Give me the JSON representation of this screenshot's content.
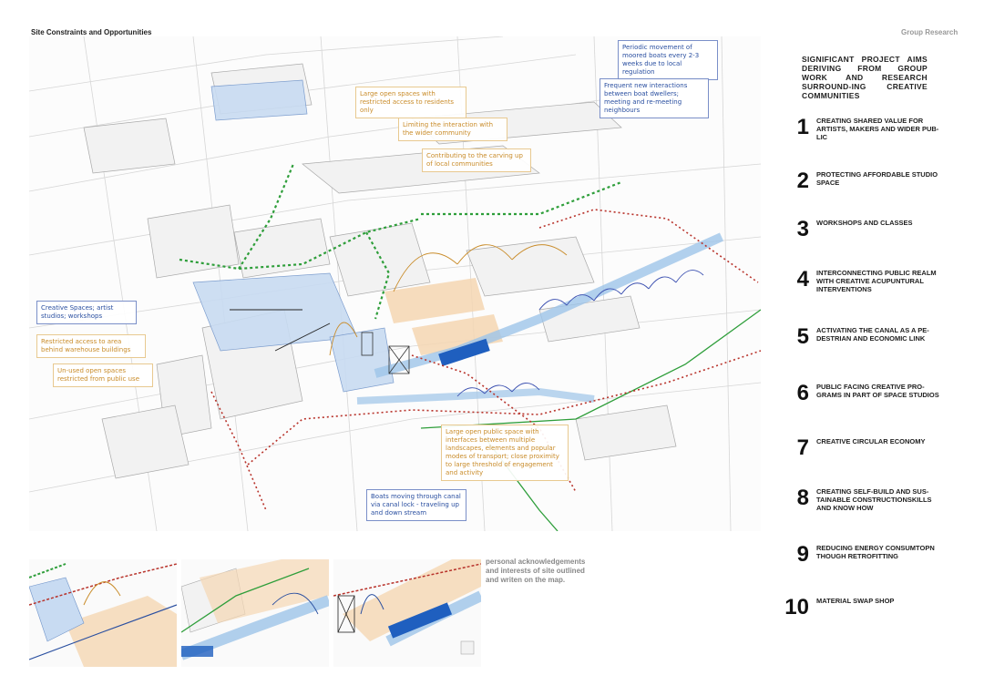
{
  "header": {
    "title": "Site Constraints and Opportunities",
    "section": "Group Research"
  },
  "annotations": {
    "moored_boats": "Periodic movement of moored boats every 2-3 weeks due to local regulation",
    "boat_dwellers": "Frequent new interactions between boat dwellers; meeting and re-meeting neighbours",
    "large_open_restricted": "Large open spaces with restricted access to residents only",
    "limiting_interaction": "Limiting the interaction with the wider community",
    "carving_up": "Contributing to the carving up of local communities",
    "creative_spaces": "Creative Spaces; artist studios; workshops",
    "restricted_access": "Restricted access to area behind warehouse buildings",
    "unused_open": "Un-used open spaces restricted from public use",
    "large_public_space": "Large open public space with interfaces between multiple landscapes, elements and popular modes of transport; close proximity to large threshold of engagement and activity",
    "boats_moving": "Boats moving through canal via canal lock - traveling up and down stream"
  },
  "note": "personal acknowledgements and interests of site outlined and writen on the map.",
  "aims_title": "SIGNIFICANT PROJECT AIMS DERIVING FROM GROUP WORK AND RESEARCH SURROUND-ING CREATIVE COMMUNITIES",
  "aims": [
    {
      "num": "1",
      "text": "CREATING SHARED VALUE FOR ARTISTS, MAKERS AND WIDER PUB-LIC"
    },
    {
      "num": "2",
      "text": "PROTECTING AFFORDABLE STUDIO SPACE"
    },
    {
      "num": "3",
      "text": "WORKSHOPS AND CLASSES"
    },
    {
      "num": "4",
      "text": "INTERCONNECTING PUBLIC REALM WITH CREATIVE ACUPUNTURAL INTERVENTIONS"
    },
    {
      "num": "5",
      "text": "ACTIVATING THE CANAL AS A PE-DESTRIAN AND ECONOMIC LINK"
    },
    {
      "num": "6",
      "text": "PUBLIC FACING CREATIVE PRO-GRAMS IN PART OF SPACE STUDIOS"
    },
    {
      "num": "7",
      "text": "CREATIVE CIRCULAR ECONOMY"
    },
    {
      "num": "8",
      "text": "CREATING SELF-BUILD AND SUS-TAINABLE CONSTRUCTIONSKILLS AND KNOW HOW"
    },
    {
      "num": "9",
      "text": "REDUCING ENERGY CONSUMTOPN THOUGH RETROFITTING"
    },
    {
      "num": "10",
      "text": "MATERIAL SWAP SHOP"
    }
  ],
  "colors": {
    "blue": "#2a4fa0",
    "orange": "#c98c2a",
    "green": "#2e9e3a",
    "red": "#b8332b",
    "canal": "#9ec4e8"
  }
}
